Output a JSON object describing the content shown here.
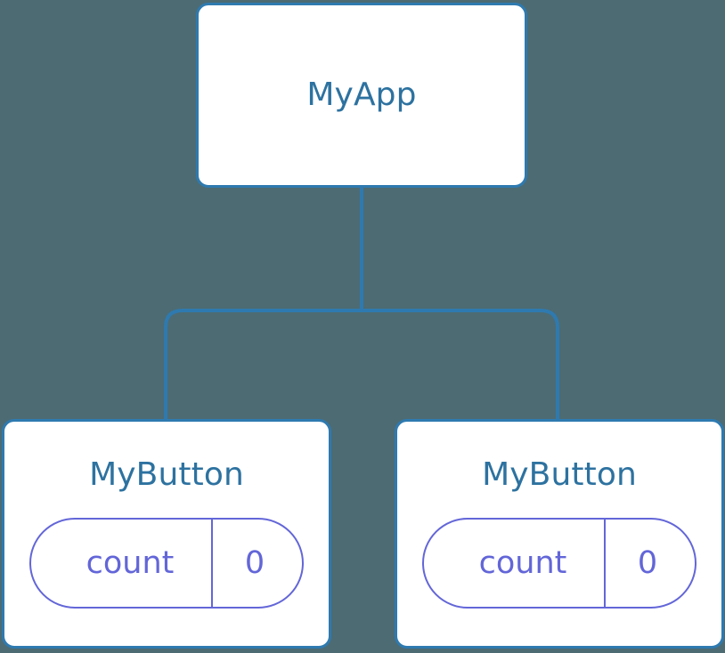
{
  "diagram": {
    "type": "component-tree",
    "title": "React component tree",
    "background_color": "#4d6b73",
    "node_border_color": "#2e7ab0",
    "node_fill_color": "#ffffff",
    "node_label_color": "#2d72a0",
    "state_pill_color": "#6366d8",
    "edge_color": "#2e7ab0"
  },
  "root": {
    "label": "MyApp"
  },
  "children": [
    {
      "label": "MyButton",
      "state": {
        "key": "count",
        "value": "0"
      }
    },
    {
      "label": "MyButton",
      "state": {
        "key": "count",
        "value": "0"
      }
    }
  ],
  "edges": {
    "root_to_bus_label": "root-to-bus-connector",
    "bus_to_left_label": "bus-to-left-child-connector",
    "bus_to_right_label": "bus-to-right-child-connector"
  }
}
